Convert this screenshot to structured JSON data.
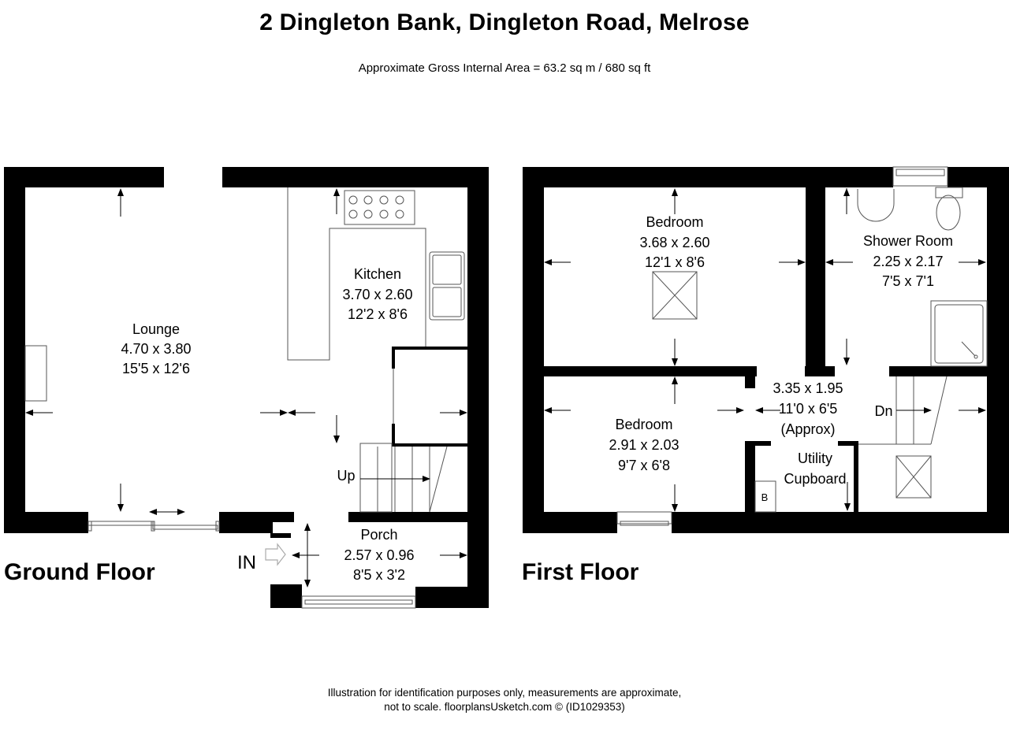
{
  "header": {
    "title": "2 Dingleton Bank, Dingleton Road, Melrose",
    "area": "Approximate Gross Internal Area = 63.2 sq m / 680 sq ft"
  },
  "ground_floor": {
    "label": "Ground Floor",
    "entrance_label": "IN",
    "stairs_label": "Up",
    "rooms": [
      {
        "name": "Lounge",
        "metric": "4.70 x 3.80",
        "imperial": "15'5 x 12'6"
      },
      {
        "name": "Kitchen",
        "metric": "3.70 x 2.60",
        "imperial": "12'2 x 8'6"
      },
      {
        "name": "Porch",
        "metric": "2.57 x 0.96",
        "imperial": "8'5 x 3'2"
      }
    ]
  },
  "first_floor": {
    "label": "First Floor",
    "stairs_label": "Dn",
    "boiler_label": "B",
    "rooms": [
      {
        "name": "Bedroom",
        "metric": "3.68 x 2.60",
        "imperial": "12'1 x 8'6"
      },
      {
        "name": "Shower Room",
        "metric": "2.25 x 2.17",
        "imperial": "7'5 x 7'1"
      },
      {
        "name": "Bedroom",
        "metric": "2.91 x 2.03",
        "imperial": "9'7 x 6'8"
      },
      {
        "name": "",
        "metric": "3.35 x 1.95",
        "imperial": "11'0 x 6'5",
        "note": "(Approx)"
      },
      {
        "name": "Utility",
        "name2": "Cupboard"
      }
    ]
  },
  "footer": {
    "line1": "Illustration for identification purposes only, measurements are approximate,",
    "line2": "not to scale. floorplansUsketch.com © (ID1029353)"
  }
}
